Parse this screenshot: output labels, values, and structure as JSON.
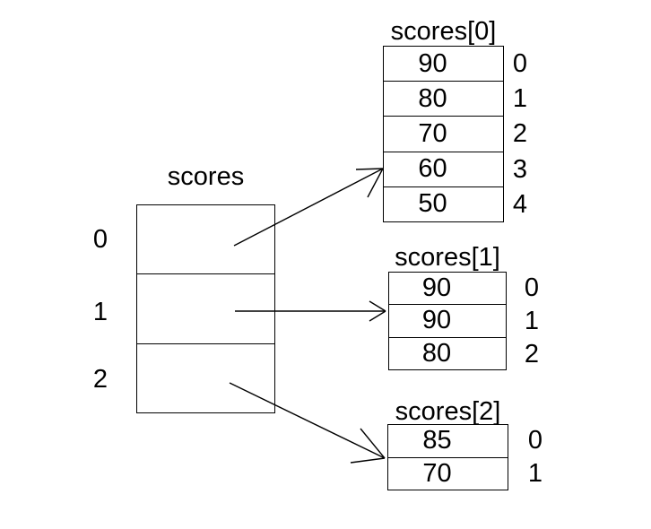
{
  "main_array": {
    "title": "scores",
    "indices": [
      "0",
      "1",
      "2"
    ]
  },
  "sub_arrays": [
    {
      "title": "scores[0]",
      "values": [
        "90",
        "80",
        "70",
        "60",
        "50"
      ],
      "indices": [
        "0",
        "1",
        "2",
        "3",
        "4"
      ]
    },
    {
      "title": "scores[1]",
      "values": [
        "90",
        "90",
        "80"
      ],
      "indices": [
        "0",
        "1",
        "2"
      ]
    },
    {
      "title": "scores[2]",
      "values": [
        "85",
        "70"
      ],
      "indices": [
        "0",
        "1"
      ]
    }
  ],
  "pointers": [
    {
      "from_index": "0",
      "to": "scores[0]"
    },
    {
      "from_index": "1",
      "to": "scores[1]"
    },
    {
      "from_index": "2",
      "to": "scores[2]"
    }
  ],
  "colors": {
    "line": "#000000",
    "text": "#000000",
    "background": "#ffffff"
  }
}
